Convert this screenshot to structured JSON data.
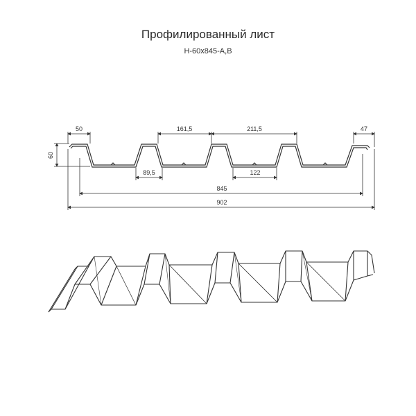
{
  "title": "Профилированный лист",
  "subtitle": "Н-60х845-А,В",
  "dimensions": {
    "top_flange_edge": "50",
    "rib_pitch": "161,5",
    "rib_top_width": "211,5",
    "right_edge": "47",
    "height": "60",
    "bottom_flange": "89,5",
    "rib_bottom": "122",
    "working_width": "845",
    "total_width": "902"
  },
  "colors": {
    "line": "#333333",
    "background": "#ffffff"
  }
}
